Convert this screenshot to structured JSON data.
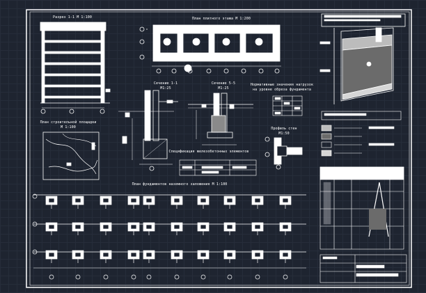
{
  "drawing": {
    "section_1_1_building": "Разрез 1-1 М 1:100",
    "plan_pile_field": "План плитного этажа М 1:200",
    "section_1_1": "Сечение 1-1",
    "section_1_1_scale": "М1:25",
    "section_5_5": "Сечение 5-5",
    "section_5_5_scale": "М1:25",
    "loads_table_title_1": "Нормативные значения нагрузок",
    "loads_table_title_2": "на уровне обреза фундамента",
    "site_plan_title": "План строительной площадки",
    "site_plan_scale": "М 1:100",
    "spec_title": "Спецификация железобетонных элементов",
    "wall_profile_title": "Профиль стен",
    "wall_profile_scale": "М1:50",
    "foundation_plan_title": "План фундаментов наземного заложения М 1:100"
  }
}
